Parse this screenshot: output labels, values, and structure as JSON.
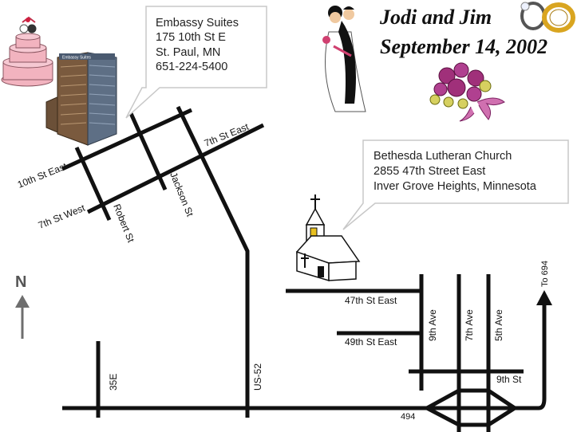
{
  "title": {
    "names": "Jodi and Jim",
    "date": "September 14, 2002"
  },
  "hotel_callout": {
    "lines": [
      "Embassy Suites",
      "175 10th St E",
      "St. Paul, MN",
      "651-224-5400"
    ]
  },
  "church_callout": {
    "lines": [
      "Bethesda Lutheran Church",
      "2855 47th Street East",
      "Inver Grove Heights, Minnesota"
    ]
  },
  "north_label": "N",
  "roads": {
    "tenth_st_east": "10th St East",
    "seventh_st_west": "7th St West",
    "seventh_st_east": "7th St East",
    "robert_st": "Robert St",
    "jackson_st": "Jackson St",
    "forty_seventh_st_east": "47th St East",
    "forty_ninth_st_east": "49th St East",
    "ninth_ave": "9th Ave",
    "seventh_ave": "7th Ave",
    "fifth_ave": "5th Ave",
    "ninth_st": "9th St",
    "to_694": "To 694",
    "thirty_five_e": "35E",
    "us_52": "US-52",
    "i_494": "494"
  },
  "hotel_sign_text": "Embassy Suites",
  "colors": {
    "road": "#111111",
    "callout_border": "#c8c8c8",
    "north_arrow": "#6e6e6e",
    "cake_pink": "#f2b3bf",
    "flower_purple": "#a0307a",
    "ribbon_pink": "#d070b0",
    "ring_gold": "#d9a520",
    "building_brown": "#7a5a3e",
    "church_white": "#ffffff"
  }
}
